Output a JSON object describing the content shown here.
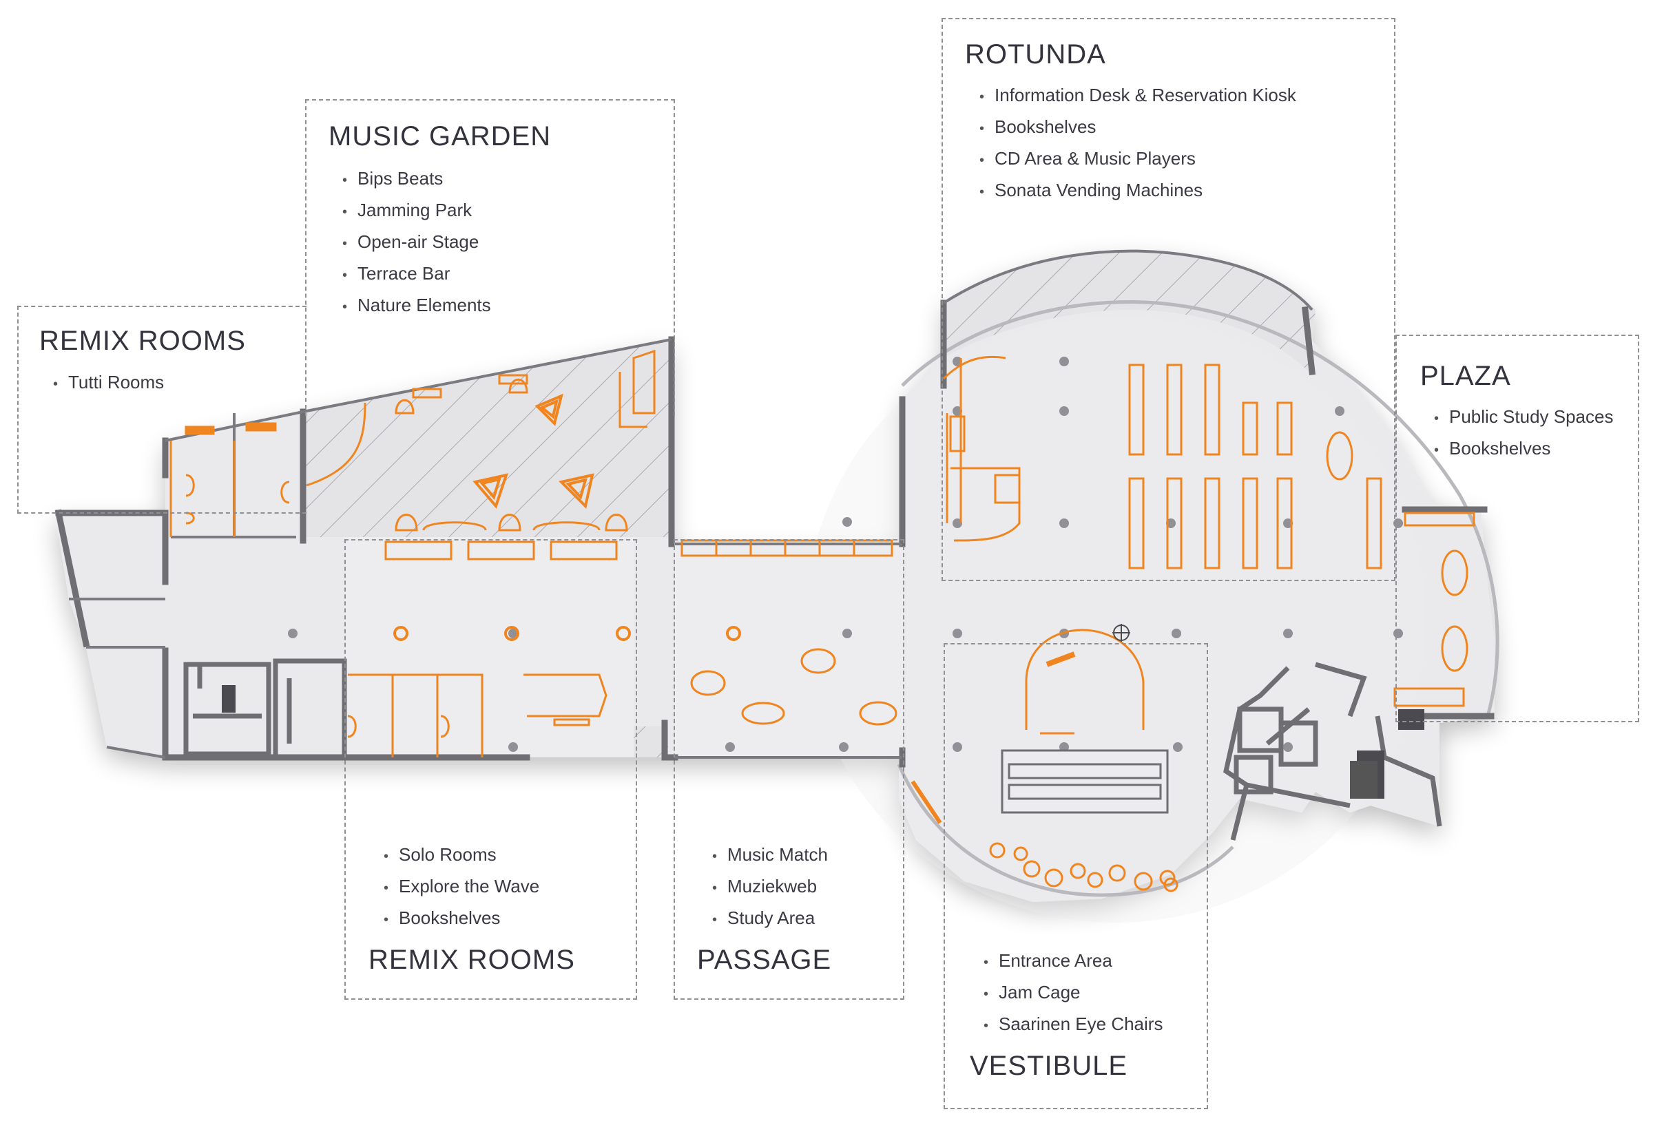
{
  "colors": {
    "accent": "#f0851f",
    "wall": "#6e6e73",
    "floor": "#eaeaec",
    "label": "#33333d",
    "dash": "#8f8f94"
  },
  "zones": {
    "music_garden": {
      "title": "MUSIC GARDEN",
      "items": [
        "Bips Beats",
        "Jamming Park",
        "Open-air Stage",
        "Terrace Bar",
        "Nature Elements"
      ]
    },
    "remix_rooms_top": {
      "title": "REMIX ROOMS",
      "items": [
        "Tutti Rooms"
      ]
    },
    "rotunda": {
      "title": "ROTUNDA",
      "items": [
        "Information Desk & Reservation Kiosk",
        "Bookshelves",
        "CD Area & Music Players",
        "Sonata Vending Machines"
      ]
    },
    "plaza": {
      "title": "PLAZA",
      "items": [
        "Public Study Spaces",
        "Bookshelves"
      ]
    },
    "remix_rooms_bottom": {
      "title": "REMIX ROOMS",
      "items": [
        "Solo Rooms",
        "Explore the Wave",
        "Bookshelves"
      ]
    },
    "passage": {
      "title": "PASSAGE",
      "items": [
        "Music Match",
        "Muziekweb",
        "Study Area"
      ]
    },
    "vestibule": {
      "title": "VESTIBULE",
      "items": [
        "Entrance Area",
        "Jam Cage",
        "Saarinen Eye Chairs"
      ]
    }
  }
}
